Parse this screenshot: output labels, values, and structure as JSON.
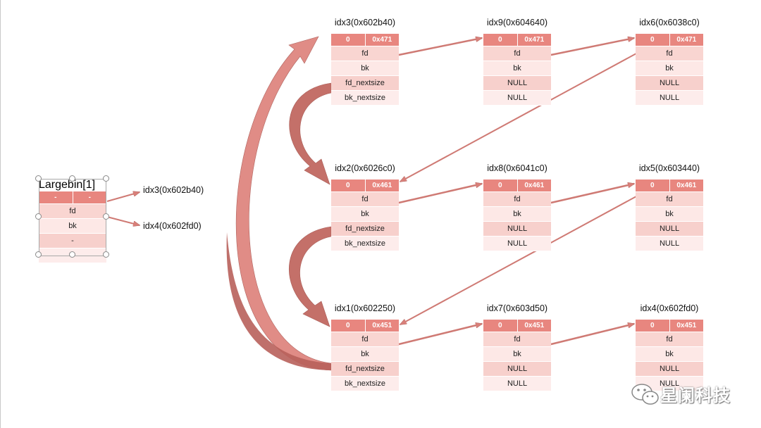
{
  "bin": {
    "title": "Largebin[1]",
    "header": [
      "-",
      "-"
    ],
    "rows": [
      "fd",
      "bk",
      "-",
      "-"
    ],
    "fd_label": "idx3(0x602b40)",
    "bk_label": "idx4(0x602fd0)"
  },
  "chunks": [
    {
      "id": "idx3",
      "title": "idx3(0x602b40)",
      "head": [
        "0",
        "0x471"
      ],
      "rows": [
        "fd",
        "bk",
        "fd_nextsize",
        "bk_nextsize"
      ]
    },
    {
      "id": "idx9",
      "title": "idx9(0x604640)",
      "head": [
        "0",
        "0x471"
      ],
      "rows": [
        "fd",
        "bk",
        "NULL",
        "NULL"
      ]
    },
    {
      "id": "idx6",
      "title": "idx6(0x6038c0)",
      "head": [
        "0",
        "0x471"
      ],
      "rows": [
        "fd",
        "bk",
        "NULL",
        "NULL"
      ]
    },
    {
      "id": "idx2",
      "title": "idx2(0x6026c0)",
      "head": [
        "0",
        "0x461"
      ],
      "rows": [
        "fd",
        "bk",
        "fd_nextsize",
        "bk_nextsize"
      ]
    },
    {
      "id": "idx8",
      "title": "idx8(0x6041c0)",
      "head": [
        "0",
        "0x461"
      ],
      "rows": [
        "fd",
        "bk",
        "NULL",
        "NULL"
      ]
    },
    {
      "id": "idx5",
      "title": "idx5(0x603440)",
      "head": [
        "0",
        "0x461"
      ],
      "rows": [
        "fd",
        "bk",
        "NULL",
        "NULL"
      ]
    },
    {
      "id": "idx1",
      "title": "idx1(0x602250)",
      "head": [
        "0",
        "0x451"
      ],
      "rows": [
        "fd",
        "bk",
        "fd_nextsize",
        "bk_nextsize"
      ]
    },
    {
      "id": "idx7",
      "title": "idx7(0x603d50)",
      "head": [
        "0",
        "0x451"
      ],
      "rows": [
        "fd",
        "bk",
        "NULL",
        "NULL"
      ]
    },
    {
      "id": "idx4",
      "title": "idx4(0x602fd0)",
      "head": [
        "0",
        "0x451"
      ],
      "rows": [
        "fd",
        "bk",
        "NULL",
        "NULL"
      ]
    }
  ],
  "colors": {
    "arrow": "#d9807a",
    "arrow_stroke": "#b06560",
    "curve_dark": "#c06f68",
    "header": "#e8867f"
  },
  "watermark": {
    "icon": "wechat-icon",
    "text": "星阑科技"
  }
}
